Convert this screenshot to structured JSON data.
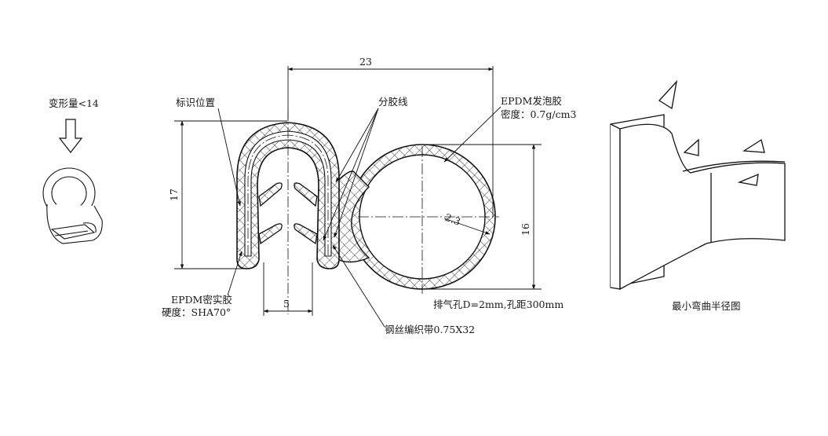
{
  "deform_label": "变形量<14",
  "dimensions": {
    "width_top": "23",
    "height_left": "17",
    "gap_bottom": "5",
    "bulb_height": "16",
    "wall_thickness": "2.3"
  },
  "callouts": {
    "marking_position": "标识位置",
    "split_line": "分胶线",
    "foam_material": "EPDM发泡胶",
    "foam_density": "密度：0.7g/cm3",
    "solid_material": "EPDM密实胶",
    "solid_hardness": "硬度：SHA70°",
    "vent_hole": "排气孔D=2mm,孔距300mm",
    "steel_tape": "钢丝编织带0.75X32"
  },
  "bend_radius_label": "最小弯曲半径图",
  "colors": {
    "line": "#111111",
    "solid_fill": "#ffffff",
    "foam_fill": "#ffffff"
  }
}
